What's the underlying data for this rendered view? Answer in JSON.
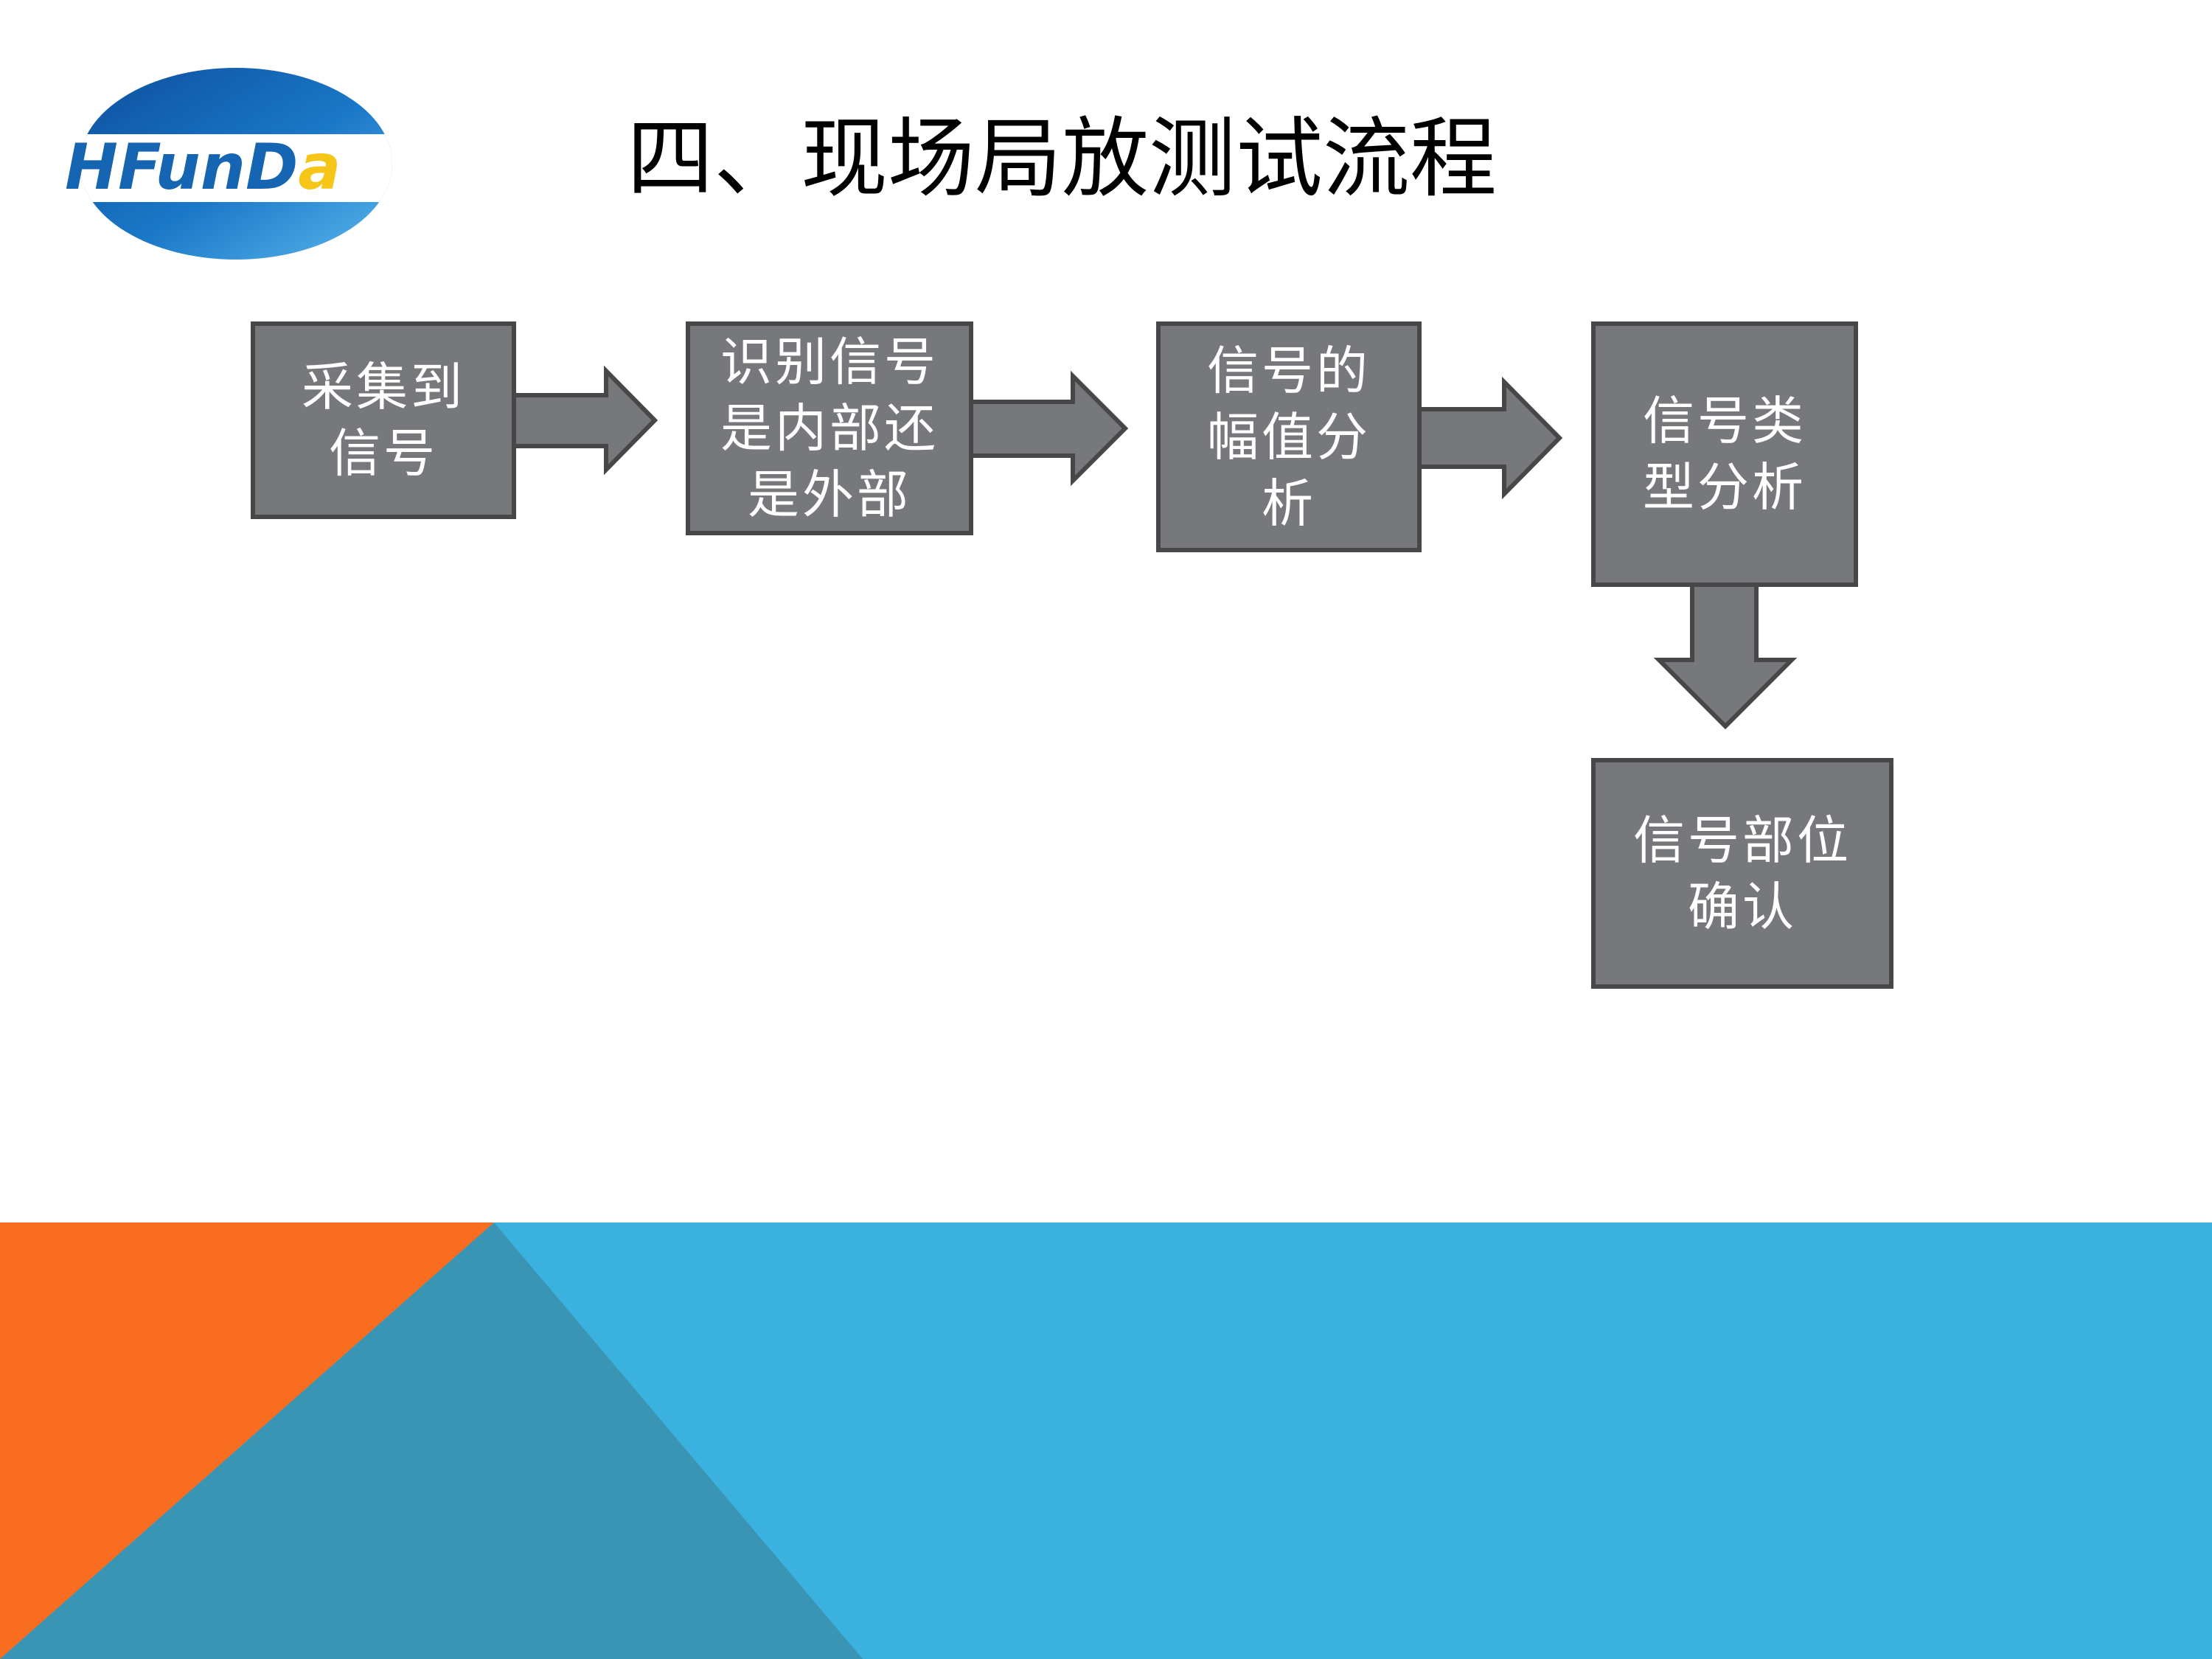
{
  "title": "四、现场局放测试流程",
  "logo": {
    "text": "HFunDa",
    "colors": {
      "ellipse_top": "#1a6fb4",
      "ellipse_bottom": "#1e87cf",
      "band": "#ffffff",
      "letters_blue": "#1565b3",
      "letters_yellow": "#f5c518"
    }
  },
  "flow": {
    "steps": [
      {
        "label": "采集到\n信号"
      },
      {
        "label": "识别信号\n是内部还\n是外部"
      },
      {
        "label": "信号的\n幅值分\n析"
      },
      {
        "label": "信号类\n型分析"
      },
      {
        "label": "信号部位\n确认"
      }
    ],
    "colors": {
      "box_fill": "#77787b",
      "box_border": "#474747",
      "arrow_fill": "#77787b",
      "text": "#ffffff"
    }
  },
  "footer": {
    "colors": {
      "band": "#3ab1df",
      "orange": "#f96d20",
      "teal": "#3a94b3"
    }
  }
}
